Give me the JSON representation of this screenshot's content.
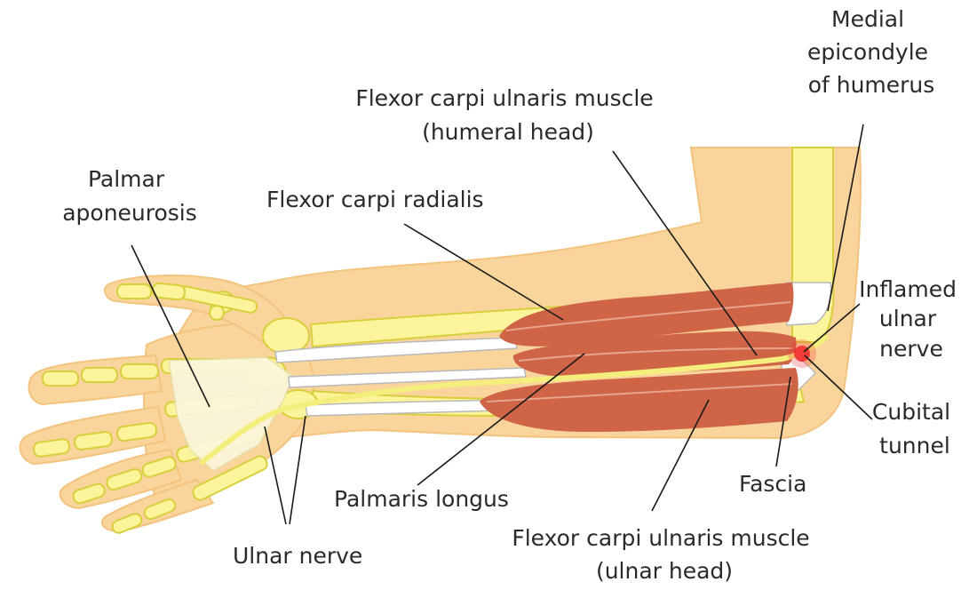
{
  "labels": {
    "medial_epicondyle": [
      "Medial",
      "epicondyle",
      "of humerus"
    ],
    "fcu_humeral": [
      "Flexor carpi ulnaris muscle",
      "(humeral head)"
    ],
    "palmar_aponeurosis": [
      "Palmar",
      "aponeurosis"
    ],
    "flexor_carpi_radialis": [
      "Flexor carpi radialis"
    ],
    "inflamed_ulnar_nerve": [
      "Inflamed",
      "ulnar",
      "nerve"
    ],
    "cubital_tunnel": [
      "Cubital",
      "tunnel"
    ],
    "fascia": [
      "Fascia"
    ],
    "palmaris_longus": [
      "Palmaris longus"
    ],
    "ulnar_nerve": [
      "Ulnar nerve"
    ],
    "fcu_ulnar": [
      "Flexor carpi ulnaris muscle",
      "(ulnar head)"
    ]
  },
  "colors": {
    "skin": "#f9d49b",
    "skin_outline": "#f3c37f",
    "bone": "#fbf49a",
    "bone_outline": "#d8cf3c",
    "muscle": "#cf6446",
    "muscle_line": "#e9a48e",
    "tendon": "#ffffff",
    "inflammation": "#f2272d"
  }
}
